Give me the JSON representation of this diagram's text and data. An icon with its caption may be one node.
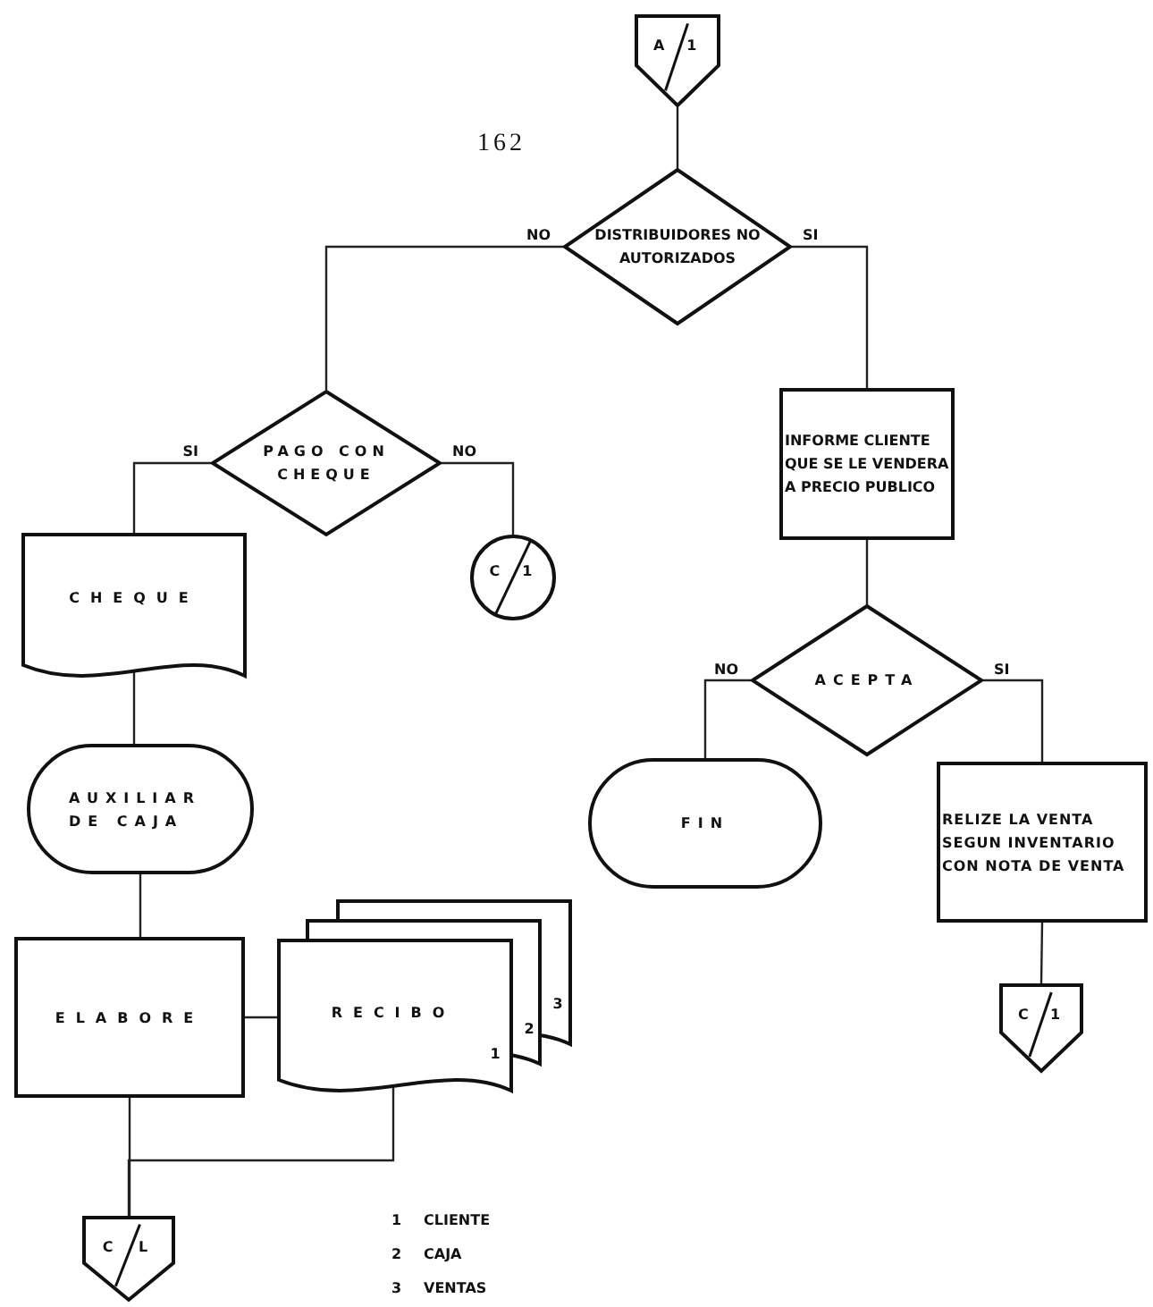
{
  "diagram": {
    "nodes": [
      {
        "text": [
          "A",
          "1"
        ]
      },
      {
        "text": [
          "DISTRIBUIDORES NO AUTORIZADOS"
        ]
      },
      {
        "text": [
          "PAGO CON CHEQUE"
        ]
      },
      {
        "text": [
          "C",
          "1"
        ]
      },
      {
        "text": [
          "INFORME CLIENTE QUE SE LE VENDERA A PRECIO PUBLICO"
        ]
      },
      {
        "text": [
          "CHEQUE"
        ]
      },
      {
        "text": [
          "ACEPTA"
        ]
      },
      {
        "text": [
          "AUXILIAR DE CAJA"
        ]
      },
      {
        "text": [
          "FIN"
        ]
      },
      {
        "text": [
          "RELIZE LA VENTA SEGUN INVENTARIO CON NOTA DE VENTA"
        ]
      },
      {
        "text": [
          "ELABORE"
        ]
      },
      {
        "text": [
          "RECIBO",
          "1",
          "2",
          "3"
        ]
      },
      {
        "text": [
          "C",
          "1"
        ]
      },
      {
        "text": [
          "C",
          "L"
        ]
      }
    ],
    "edges": [
      {
        "from": 0,
        "to": 1,
        "arrow": "none"
      },
      {
        "from": 1,
        "to": 2,
        "arrow": "none",
        "label": "NO"
      },
      {
        "from": 1,
        "to": 4,
        "arrow": "none",
        "label": "SI"
      },
      {
        "from": 2,
        "to": 5,
        "arrow": "none",
        "label": "SI"
      },
      {
        "from": 2,
        "to": 3,
        "arrow": "none",
        "label": "NO"
      },
      {
        "from": 5,
        "to": 7,
        "arrow": "none"
      },
      {
        "from": 7,
        "to": 10,
        "arrow": "none"
      },
      {
        "from": 10,
        "to": 11,
        "arrow": "none"
      },
      {
        "from": 4,
        "to": 6,
        "arrow": "none"
      },
      {
        "from": 6,
        "to": 8,
        "arrow": "none",
        "label": "NO"
      },
      {
        "from": 6,
        "to": 9,
        "arrow": "none",
        "label": "SI"
      },
      {
        "from": 9,
        "to": 12,
        "arrow": "none"
      },
      {
        "from": 10,
        "to": 13,
        "arrow": "none"
      },
      {
        "from": 11,
        "to": 13,
        "arrow": "none"
      }
    ],
    "labels": [
      "162",
      "1",
      "CLIENTE",
      "2",
      "CAJA",
      "3",
      "VENTAS"
    ]
  }
}
